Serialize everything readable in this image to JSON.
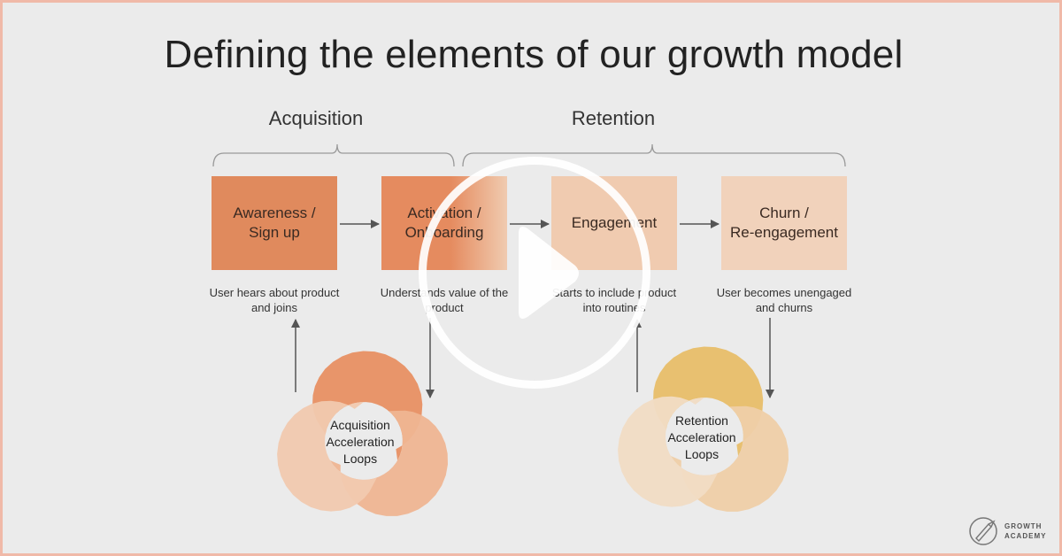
{
  "title": "Defining the elements of our growth model",
  "groups": {
    "acquisition": "Acquisition",
    "retention": "Retention"
  },
  "stages": [
    {
      "label": "Awareness /\nSign up",
      "description": "User hears about product\nand joins",
      "color": "#e08a5d"
    },
    {
      "label": "Activation /\nOnboarding",
      "description": "Understands value of the\nproduct",
      "color": "#e58b5f"
    },
    {
      "label": "Engagement",
      "description": "Starts to include product\ninto routines",
      "color": "#f0cbb0"
    },
    {
      "label": "Churn /\nRe-engagement",
      "description": "User becomes unengaged\nand churns",
      "color": "#f1d2bb"
    }
  ],
  "loops": {
    "acquisition": {
      "label": "Acquisition\nAcceleration\nLoops",
      "colors": [
        "#e8956a",
        "#efb592",
        "#f1c9af"
      ]
    },
    "retention": {
      "label": "Retention\nAcceleration\nLoops",
      "colors": [
        "#e8c070",
        "#efcfa8",
        "#f1dcc4"
      ]
    }
  },
  "logo": {
    "text": "GROWTH\nACADEMY"
  },
  "colors": {
    "background": "#ebebeb",
    "border": "#f0b9a8",
    "arrow": "#555555"
  }
}
